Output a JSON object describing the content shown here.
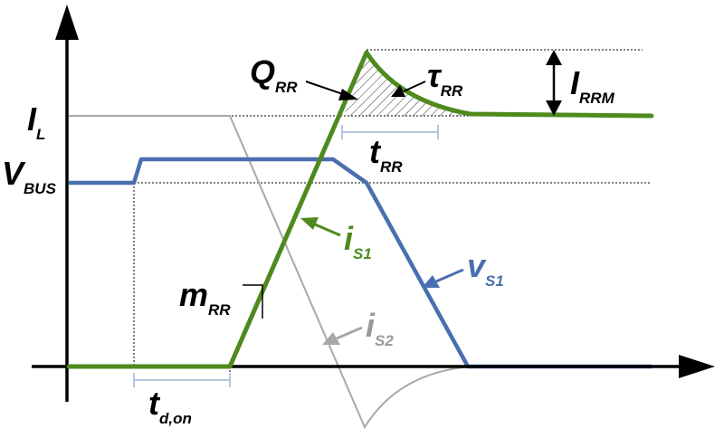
{
  "colors": {
    "green": "#4e8a1e",
    "blue": "#4a6fb0",
    "gray": "#a8a8a8",
    "axis": "#000000",
    "bracket": "#9fb3d6"
  },
  "labels": {
    "il": {
      "main": "I",
      "sub": "L"
    },
    "vbus": {
      "main": "V",
      "sub": "BUS"
    },
    "qrr": {
      "main": "Q",
      "sub": "RR"
    },
    "tau": {
      "main": "τ",
      "sub": "RR"
    },
    "irrm": {
      "main": "I",
      "sub": "RRM"
    },
    "trr": {
      "main": "t",
      "sub": "RR"
    },
    "is1": {
      "main": "i",
      "sub": "S1"
    },
    "vs1": {
      "main": "v",
      "sub": "S1"
    },
    "mrr": {
      "main": "m",
      "sub": "RR"
    },
    "is2": {
      "main": "i",
      "sub": "S2"
    },
    "tdon": {
      "main": "t",
      "sub": "d,on"
    }
  }
}
